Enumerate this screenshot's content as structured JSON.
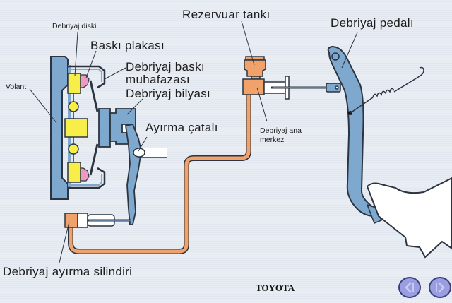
{
  "diagram": {
    "title": "Clutch hydraulic system",
    "brand": "TOYOTA",
    "labels": {
      "clutch_disc": "Debriyaj diski",
      "pressure_plate": "Baskı plakası",
      "clutch_cover_line1": "Debriyaj baskı",
      "clutch_cover_line2": "muhafazası",
      "release_bearing": "Debriyaj bilyası",
      "flywheel": "Volant",
      "release_fork": "Ayırma çatalı",
      "reservoir": "Rezervuar tankı",
      "master_cylinder_line1": "Debriyaj ana",
      "master_cylinder_line2": "merkezi",
      "clutch_pedal": "Debriyaj pedalı",
      "release_cylinder": "Debriyaj ayırma silindiri"
    },
    "colors": {
      "background": "#e8ecf3",
      "metal_blue": "#7fa8cf",
      "fluid_orange": "#f0a26a",
      "disc_yellow": "#f7ee4a",
      "spring_pink": "#ee99c4",
      "outline": "#2b3440",
      "nav_purple": "#9a9ee0"
    }
  },
  "navigation": {
    "prev_icon": "chevron-left-icon",
    "next_icon": "chevron-right-icon"
  }
}
